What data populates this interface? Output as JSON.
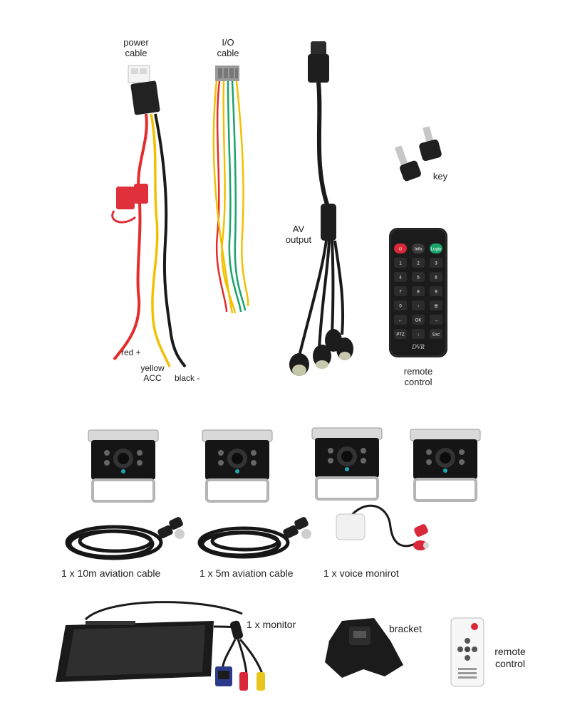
{
  "labels": {
    "power_cable": "power\ncable",
    "io_cable": "I/O\ncable",
    "av_output": "AV\noutput",
    "key": "key",
    "red": "red +",
    "yellow_acc": "yellow\nACC",
    "black": "black -",
    "remote_control_top": "remote\ncontrol",
    "cable_10m": "1 x 10m aviation cable",
    "cable_5m": "1 x 5m aviation cable",
    "voice_monitor": "1 x voice monirot",
    "monitor": "1 x monitor",
    "bracket": "bracket",
    "remote_control_bottom": "remote\ncontrol"
  },
  "remote_keys": {
    "row1": [
      "⏻",
      "Info",
      "Login"
    ],
    "row2": [
      "1",
      "2",
      "3"
    ],
    "row3": [
      "4",
      "5",
      "6"
    ],
    "row4": [
      "7",
      "8",
      "9"
    ],
    "row5": [
      "0",
      "↑",
      "⊞"
    ],
    "row6": [
      "←",
      "OK",
      "→"
    ],
    "row7": [
      "PTZ",
      "↓",
      "Esc"
    ],
    "brand": "DVR"
  },
  "colors": {
    "wire_red": "#e52b2b",
    "wire_yellow": "#f2c000",
    "wire_black": "#1a1a1a",
    "wire_green": "#1aa36b",
    "fuse_red": "#e0303b",
    "rca_red": "#d8283a",
    "rca_yellow": "#e8c51c"
  }
}
